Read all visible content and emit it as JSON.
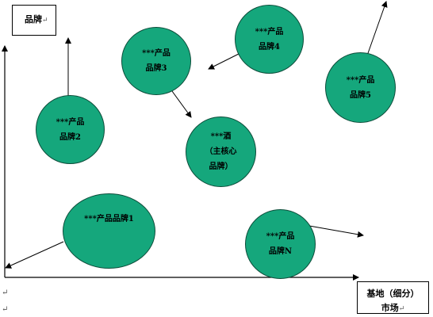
{
  "axes": {
    "y_label": "品牌",
    "x_label_line1": "基地（细分）",
    "x_label_line2": "市场"
  },
  "marks": {
    "return": "↵",
    "return_small": "↵"
  },
  "bubbles": [
    {
      "id": "brand1",
      "lines": [
        "***产品品牌1"
      ]
    },
    {
      "id": "brand2",
      "lines": [
        "***产品",
        "品牌2"
      ]
    },
    {
      "id": "brand3",
      "lines": [
        "***产品",
        "品牌3"
      ]
    },
    {
      "id": "brand4",
      "lines": [
        "***产品",
        "品牌4"
      ]
    },
    {
      "id": "brand5",
      "lines": [
        "***产品",
        "品牌5"
      ]
    },
    {
      "id": "core",
      "lines": [
        "***酒",
        "（主核心",
        "品牌）"
      ]
    },
    {
      "id": "brandN",
      "lines": [
        "***产品",
        "品牌N"
      ]
    }
  ]
}
